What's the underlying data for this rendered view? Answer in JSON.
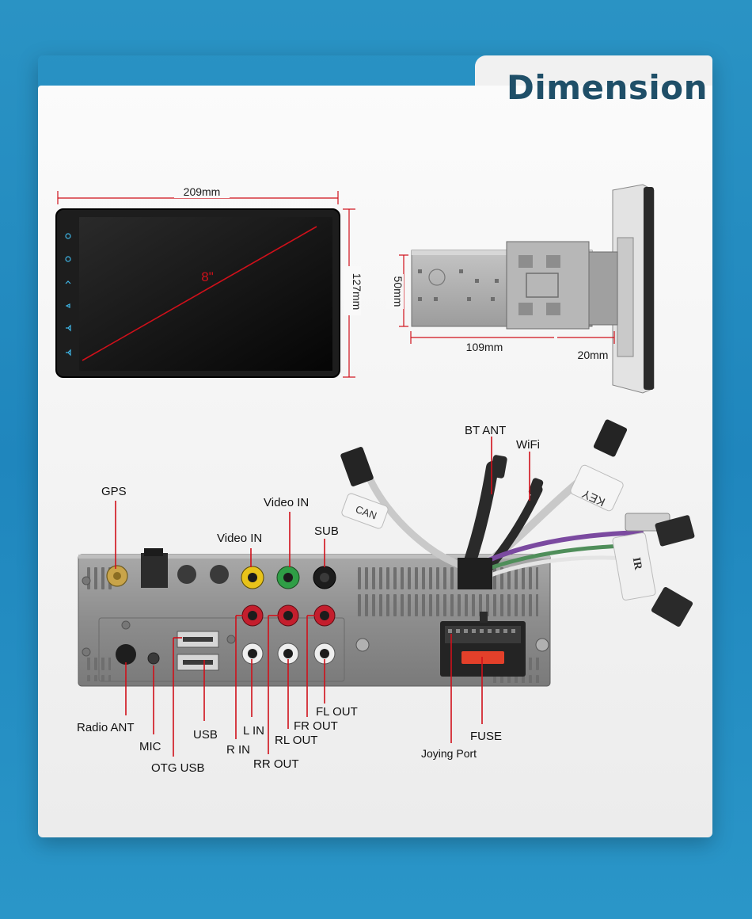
{
  "title": "Dimension",
  "dimensions": {
    "width": "209mm",
    "height": "127mm",
    "diagonal": "8\"",
    "side_height": "50mm",
    "depth": "109mm",
    "front_depth": "20mm"
  },
  "connectors": {
    "gps": "GPS",
    "video_in_top": "Video IN",
    "video_in": "Video IN",
    "sub": "SUB",
    "bt_ant": "BT ANT",
    "wifi": "WiFi",
    "can": "CAN",
    "key": "KEY",
    "ir": "IR",
    "radio_ant": "Radio ANT",
    "mic": "MIC",
    "otg_usb": "OTG USB",
    "usb": "USB",
    "r_in": "R IN",
    "l_in": "L IN",
    "rr_out": "RR OUT",
    "rl_out": "RL OUT",
    "fr_out": "FR OUT",
    "fl_out": "FL OUT",
    "joying_port": "Joying Port",
    "fuse": "FUSE"
  },
  "colors": {
    "background": "#2a93c4",
    "title": "#1f4f68",
    "pointer": "#d0101a",
    "card": "#f4f4f4"
  }
}
